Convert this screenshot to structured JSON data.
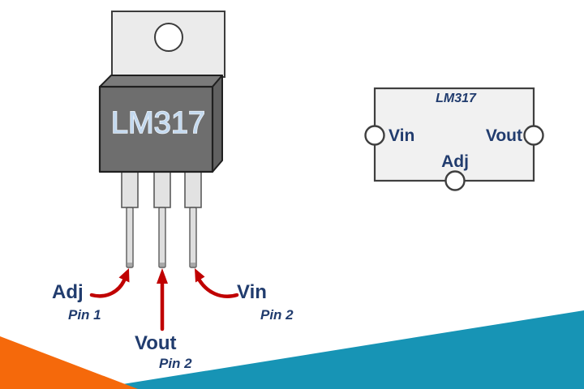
{
  "package_diagram": {
    "chip_label": "LM317",
    "pins": [
      {
        "name": "Adj",
        "pin": "Pin 1"
      },
      {
        "name": "Vout",
        "pin": "Pin 2"
      },
      {
        "name": "Vin",
        "pin": "Pin 2"
      }
    ]
  },
  "schematic_symbol": {
    "title": "LM317",
    "left_pin": "Vin",
    "right_pin": "Vout",
    "bottom_pin": "Adj"
  },
  "colors": {
    "accent_orange": "#F5690B",
    "accent_teal": "#1794B5",
    "arrow_red": "#C00000",
    "label_navy": "#213C6E",
    "package_body_gray": "#6E6E6E",
    "package_top_gray": "#7B7B7B",
    "package_side_gray": "#616161",
    "package_text_blue": "#C3D9EF",
    "pin_silver": "#DEDEDE",
    "tab_silver": "#EBEBEB",
    "schematic_fill": "#F1F1F1",
    "outline_dark": "#3C3C3C"
  }
}
